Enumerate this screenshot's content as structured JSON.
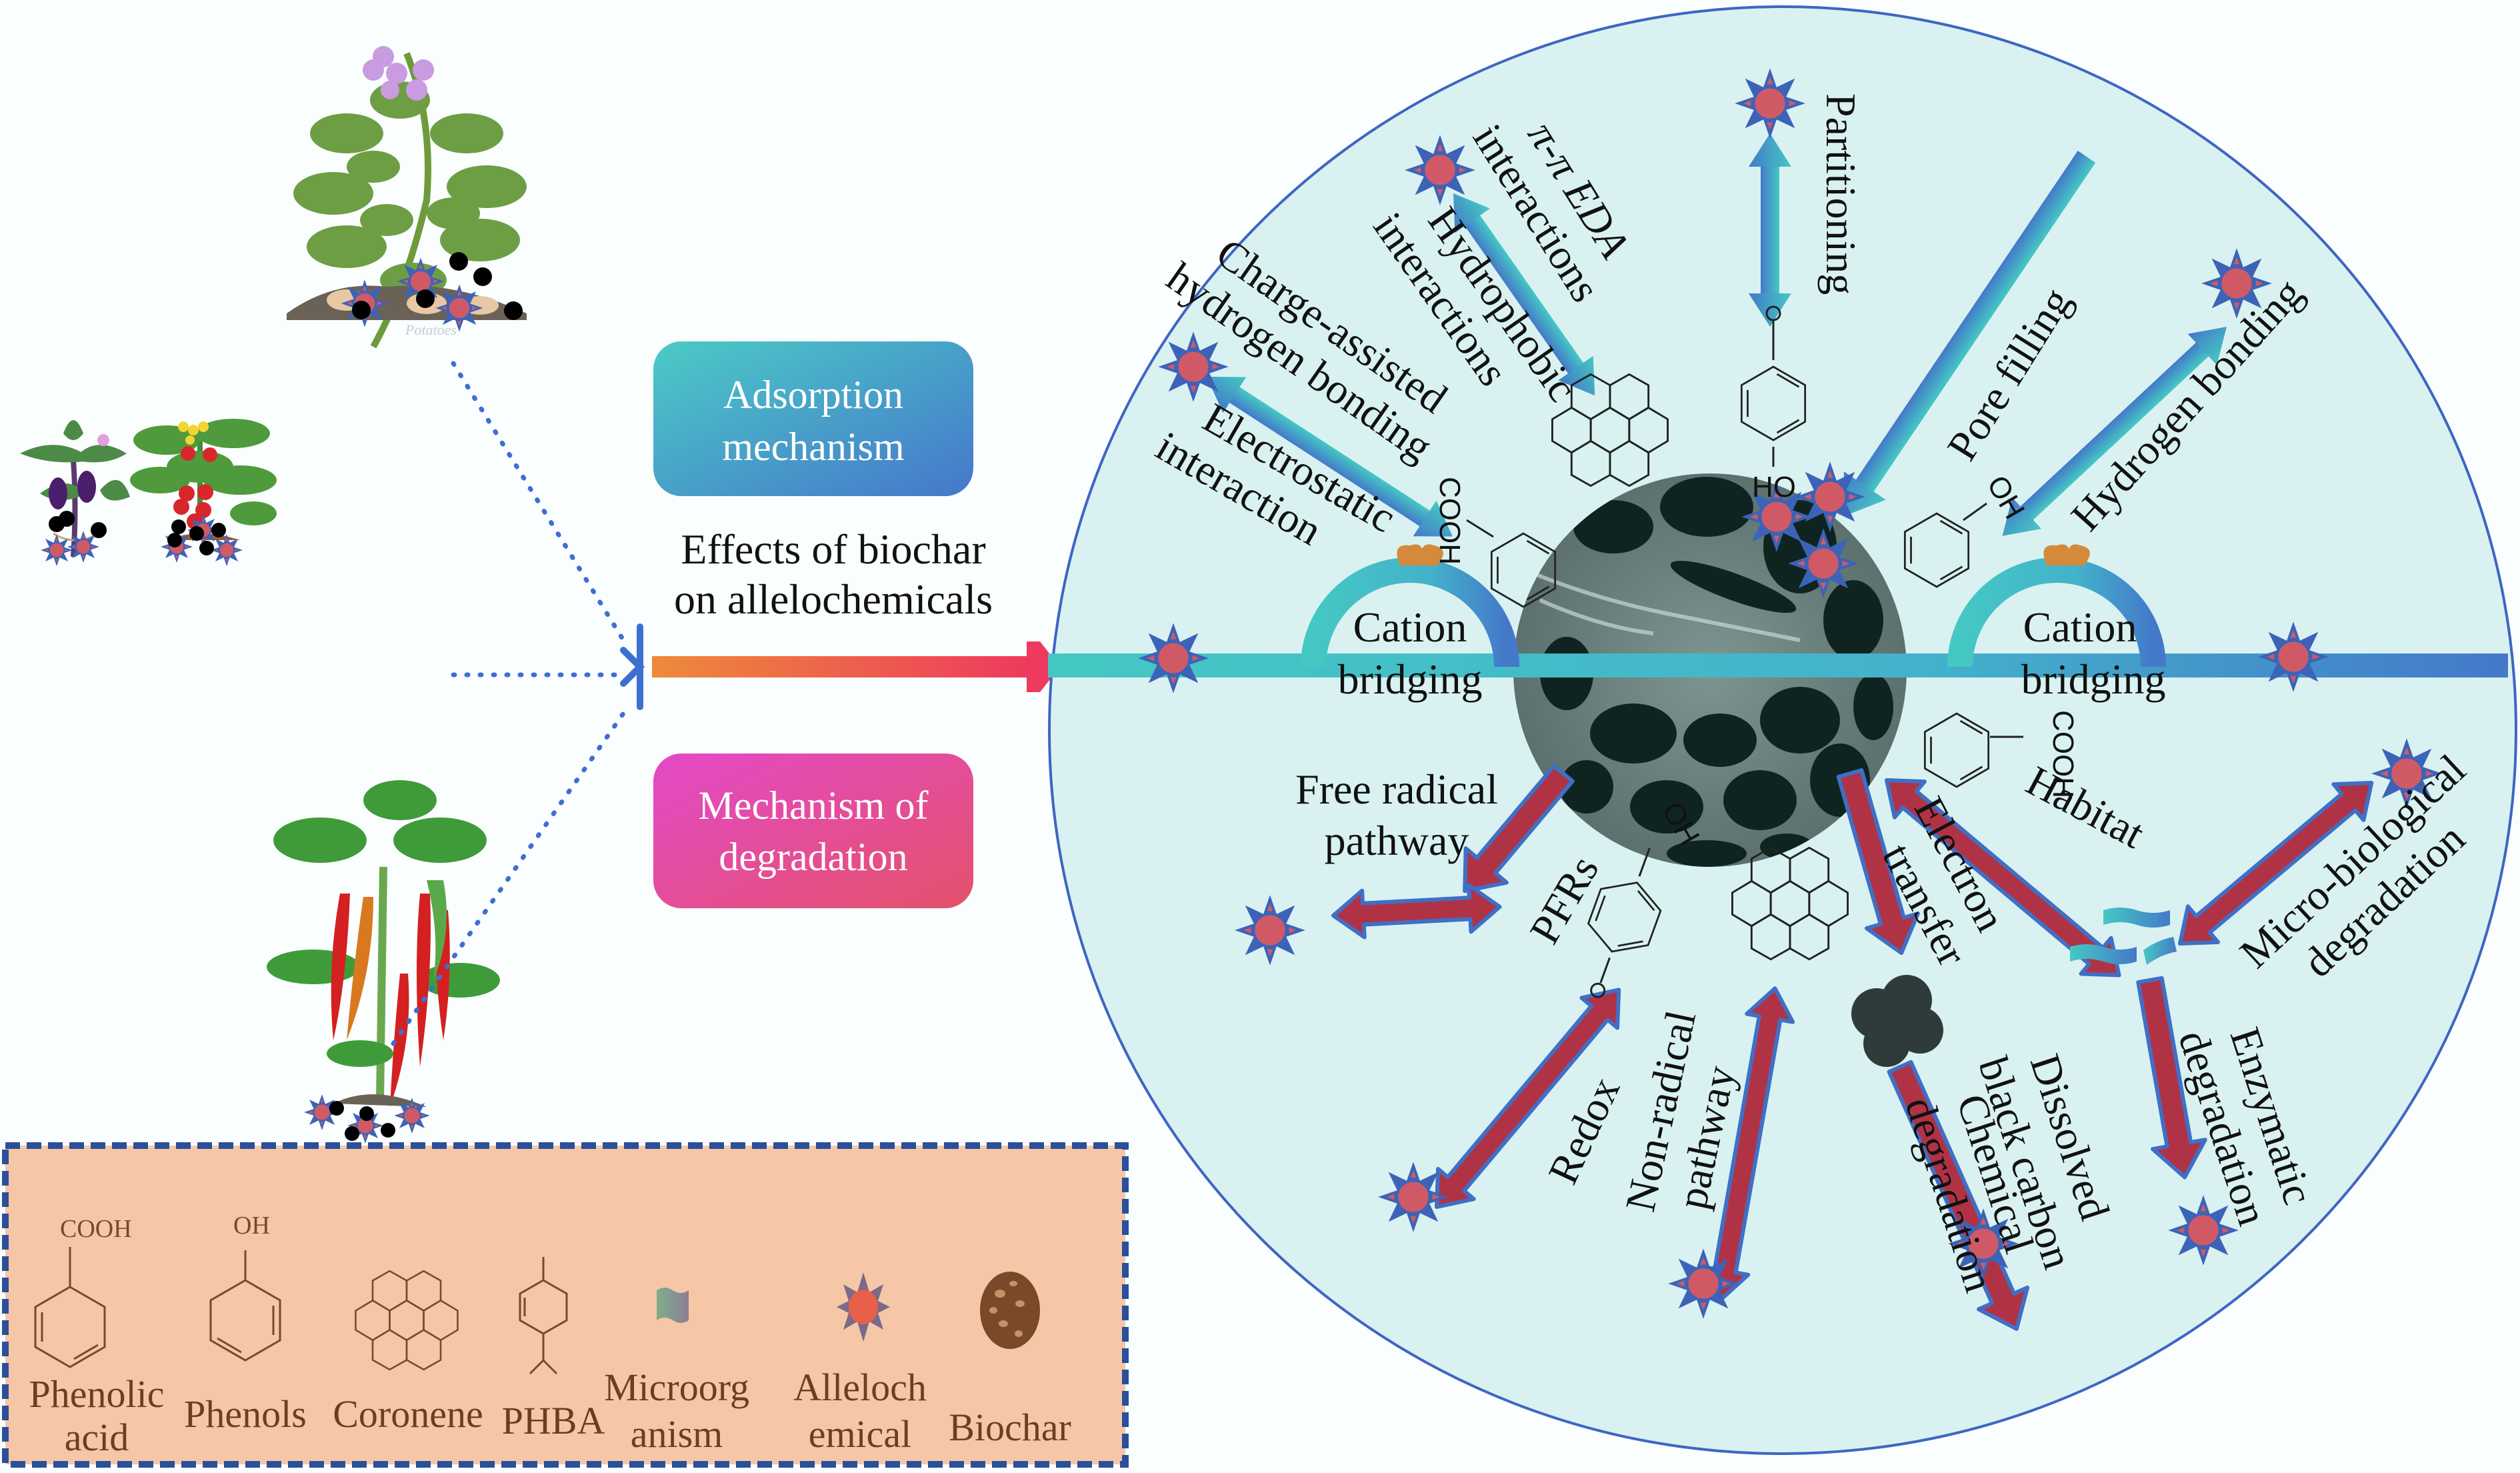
{
  "crops": [
    {
      "name": "Potatoes",
      "caption": "Potatoes"
    },
    {
      "name": "Eggplant"
    },
    {
      "name": "Tomato"
    },
    {
      "name": "Chili pepper"
    }
  ],
  "center": {
    "adsorption_box": {
      "line1": "Adsorption",
      "line2": "mechanism"
    },
    "title": {
      "line1": "Effects of biochar",
      "line2": "on allelochemicals"
    },
    "degradation_box": {
      "line1": "Mechanism of",
      "line2": "degradation"
    }
  },
  "adsorption": {
    "pi_pi": {
      "line1": "π-π EDA",
      "line2": "interactions"
    },
    "hydrophobic": {
      "line1": "Hydrophobic",
      "line2": "interactions"
    },
    "charge_assisted": {
      "line1": "Charge-assisted",
      "line2": "hydrogen bonding"
    },
    "electrostatic": {
      "line1": "Electrostatic",
      "line2": "interaction"
    },
    "partitioning": "Partitioning",
    "pore_filling": "Pore filling",
    "hydrogen_bonding": "Hydrogen bonding",
    "cation_bridging_left": {
      "line1": "Cation",
      "line2": "bridging"
    },
    "cation_bridging_right": {
      "line1": "Cation",
      "line2": "bridging"
    }
  },
  "degradation": {
    "free_radical": {
      "line1": "Free radical",
      "line2": "pathway"
    },
    "pfrs": "PFRs",
    "redox": "Redox",
    "non_radical": {
      "line1": "Non-radical",
      "line2": "pathway"
    },
    "electron_transfer": {
      "line1": "Electron",
      "line2": "transfer"
    },
    "dissolved_black_carbon": {
      "line1": "Dissolved",
      "line2": "black carbon"
    },
    "chemical_degradation": {
      "line1": "Chemical",
      "line2": "degradation"
    },
    "habitat": "Habitat",
    "microbiological": {
      "line1": "Micro-biological",
      "line2": "degradation"
    },
    "enzymatic": {
      "line1": "Enzymatic",
      "line2": "degradation"
    }
  },
  "chem_labels": {
    "cooh": "COOH",
    "oh": "OH",
    "ho": "HO"
  },
  "legend": {
    "items": [
      {
        "line1": "Phenolic",
        "line2": "acid",
        "icon": "phenolic-acid-structure",
        "label_top": "COOH"
      },
      {
        "line1": "Phenols",
        "line2": "",
        "icon": "phenol-structure",
        "label_top": "OH"
      },
      {
        "line1": "Coronene",
        "line2": "",
        "icon": "coronene-structure"
      },
      {
        "line1": "PHBA",
        "line2": "",
        "icon": "phba-structure"
      },
      {
        "line1": "Microorg",
        "line2": "anism",
        "icon": "microorganism-icon"
      },
      {
        "line1": "Alleloch",
        "line2": "emical",
        "icon": "allelochemical-icon"
      },
      {
        "line1": "Biochar",
        "line2": "",
        "icon": "biochar-icon"
      }
    ]
  },
  "colors": {
    "adsorption_arrow_start": "#45c8c4",
    "adsorption_arrow_end": "#4479c9",
    "degradation_arrow": "#b03345",
    "degradation_arrow_outline": "#3f6fc6",
    "circle_fill": "#d9f2f1",
    "circle_stroke": "#3e66c2",
    "legend_bg": "#f5c7a6",
    "legend_border": "#2b4f9c",
    "legend_text": "#6b3f1f",
    "allelochemical_core": "#cf5a66",
    "allelochemical_star": "#3c63b8",
    "degradation_box_start": "#e24bc6",
    "degradation_box_end": "#e34f6a",
    "main_arrow_start": "#ee8a3a",
    "main_arrow_end": "#ee3a5e"
  }
}
